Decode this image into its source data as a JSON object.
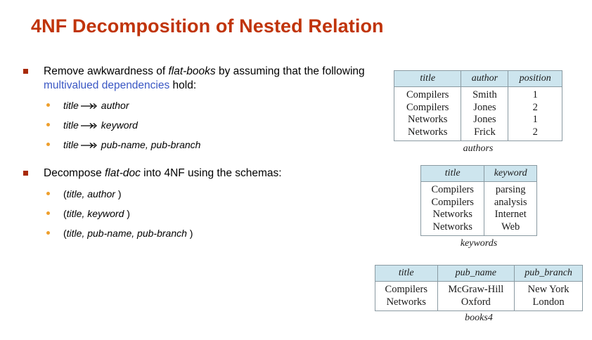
{
  "slide": {
    "title": "4NF Decomposition of Nested Relation",
    "title_color": "#c0340a",
    "accent_blue": "#3a57c4",
    "bullet_square_color": "#a82a08",
    "bullet_dot_color": "#ee9f2c",
    "table_header_bg": "#cde5ee"
  },
  "body": {
    "bullet1": {
      "text_part1": "Remove awkwardness of ",
      "emphasis1": "flat-books",
      "text_part2": " by assuming that the following ",
      "link_text": "multivalued dependencies",
      "text_part3": " hold:",
      "sub_bullets": [
        {
          "left": "title",
          "arrow": "twoheadrightarrow-icon",
          "right": "author"
        },
        {
          "left": "title",
          "arrow": "twoheadrightarrow-icon",
          "right": "keyword"
        },
        {
          "left": "title",
          "arrow": "twoheadrightarrow-icon",
          "right": "pub-name, pub-branch"
        }
      ]
    },
    "bullet2": {
      "text_part1": "Decompose ",
      "emphasis1": "flat-doc",
      "text_part2": " into 4NF using the schemas:",
      "sub_bullets": [
        {
          "open": "(",
          "fields": "title, author",
          "close": " )"
        },
        {
          "open": "(",
          "fields": "title, keyword",
          "close": " )"
        },
        {
          "open": "(",
          "fields": "title, pub-name, pub-branch",
          "close": " )"
        }
      ]
    }
  },
  "tables": [
    {
      "id": "authors",
      "caption": "authors",
      "columns": [
        "title",
        "author",
        "position"
      ],
      "rows": [
        [
          "Compilers",
          "Smith",
          "1"
        ],
        [
          "Compilers",
          "Jones",
          "2"
        ],
        [
          "Networks",
          "Jones",
          "1"
        ],
        [
          "Networks",
          "Frick",
          "2"
        ]
      ]
    },
    {
      "id": "keywords",
      "caption": "keywords",
      "columns": [
        "title",
        "keyword"
      ],
      "rows": [
        [
          "Compilers",
          "parsing"
        ],
        [
          "Compilers",
          "analysis"
        ],
        [
          "Networks",
          "Internet"
        ],
        [
          "Networks",
          "Web"
        ]
      ]
    },
    {
      "id": "books4",
      "caption": "books4",
      "columns": [
        "title",
        "pub_name",
        "pub_branch"
      ],
      "rows": [
        [
          "Compilers",
          "McGraw-Hill",
          "New York"
        ],
        [
          "Networks",
          "Oxford",
          "London"
        ]
      ]
    }
  ]
}
